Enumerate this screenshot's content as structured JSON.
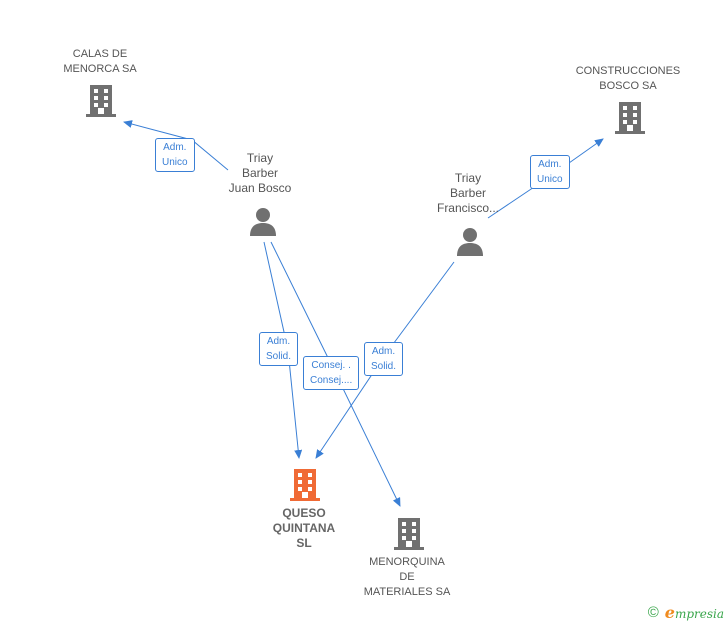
{
  "colors": {
    "edge": "#3a7fd5",
    "company": "#707070",
    "focus_company": "#f06a35",
    "person": "#707070"
  },
  "nodes": {
    "calas": {
      "label": "CALAS DE\nMENORCA SA",
      "type": "company"
    },
    "construcciones": {
      "label": "CONSTRUCCIONES\nBOSCO SA",
      "type": "company"
    },
    "juan": {
      "label": "Triay\nBarber\nJuan Bosco",
      "type": "person"
    },
    "francisco": {
      "label": "Triay\nBarber\nFrancisco...",
      "type": "person"
    },
    "queso": {
      "label": "QUESO\nQUINTANA\nSL",
      "type": "company-focus"
    },
    "menorquina": {
      "label": "MENORQUINA\nDE\nMATERIALES SA",
      "type": "company"
    }
  },
  "edges": [
    {
      "from": "juan",
      "to": "calas",
      "label_line1": "Adm.",
      "label_line2": "Unico"
    },
    {
      "from": "francisco",
      "to": "construcciones",
      "label_line1": "Adm.",
      "label_line2": "Unico"
    },
    {
      "from": "juan",
      "to": "queso",
      "label_line1": "Adm.",
      "label_line2": "Solid."
    },
    {
      "from": "juan",
      "to": "menorquina",
      "label_line1": "Consej. .",
      "label_line2": "Consej...."
    },
    {
      "from": "francisco",
      "to": "queso",
      "label_line1": "Adm.",
      "label_line2": "Solid."
    }
  ],
  "footer": {
    "copyright_symbol": "©",
    "brand_initial": "e",
    "brand_rest": "mpresia"
  }
}
